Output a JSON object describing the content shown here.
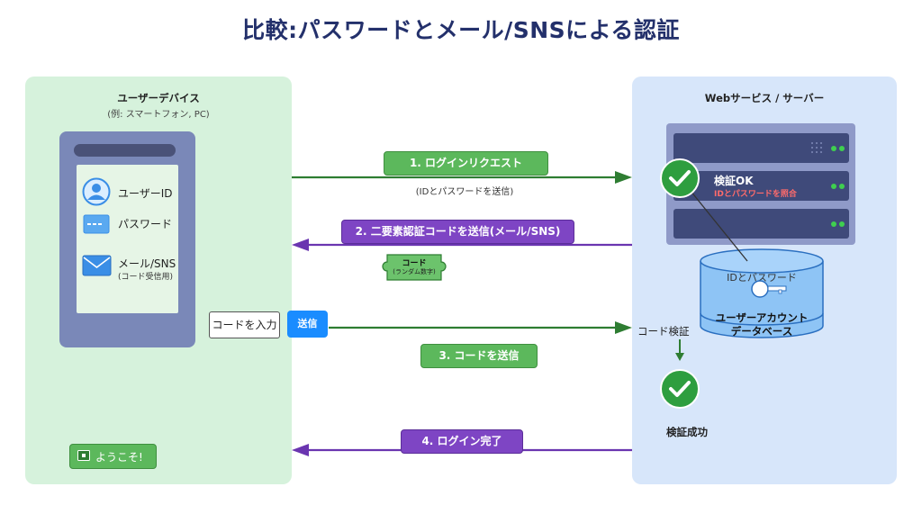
{
  "title": "比較:パスワードとメール/SNSによる認証",
  "left_panel": {
    "title": "ユーザーデバイス",
    "subtitle": "(例: スマートフォン, PC)",
    "user_id_label": "ユーザーID",
    "password_label": "パスワード",
    "mail_label": "メール/SNS",
    "mail_sub": "(コード受信用)",
    "code_input": "コードを入力",
    "send_button": "送信",
    "welcome": "ようこそ!"
  },
  "right_panel": {
    "title": "Webサービス / サーバー",
    "verify_ok": "検証OK",
    "verify_ok_sub": "IDとパスワードを照合",
    "db_label_top": "IDとパスワード",
    "db_label_line1": "ユーザーアカウント",
    "db_label_line2": "データベース",
    "code_verify": "コード検証",
    "verify_success": "検証成功"
  },
  "steps": {
    "step1": "1. ログインリクエスト",
    "step1_caption": "(IDとパスワードを送信)",
    "step2": "2. 二要素認証コードを送信(メール/SNS)",
    "code_tag_title": "コード",
    "code_tag_sub": "(ランダム数字)",
    "step3": "3. コードを送信",
    "step4": "4. ログイン完了"
  },
  "colors": {
    "green": "#2e7d32",
    "purple": "#6a35b0",
    "title": "#23306b"
  }
}
